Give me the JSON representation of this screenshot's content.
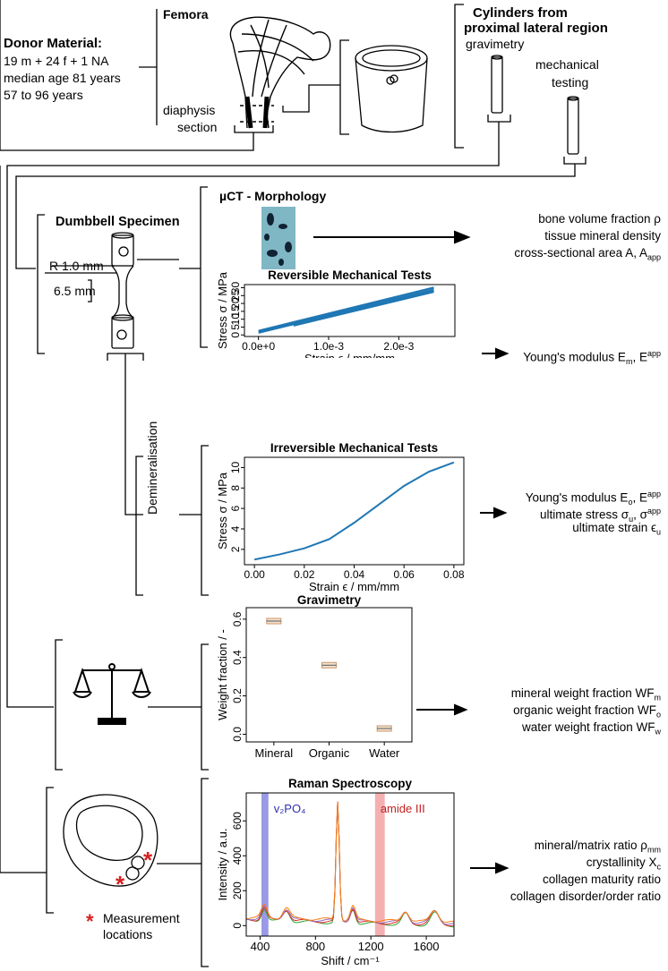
{
  "top": {
    "donor_title": "Donor Material:",
    "donor_lines": [
      "19 m + 24 f + 1 NA",
      "median age 81 years",
      "57 to 96 years"
    ],
    "femora_title": "Femora",
    "diaphysis_label": [
      "diaphysis",
      "section"
    ],
    "cylinders_title": [
      "Cylinders from",
      "proximal lateral region"
    ],
    "gravimetry_label": "gravimetry",
    "mechanical_label": [
      "mechanical",
      "testing"
    ]
  },
  "specimen": {
    "title": "Dumbbell Specimen",
    "radius_label": "R 1.0 mm",
    "length_label": "6.5 mm",
    "demineralisation_label": "Demineralisation"
  },
  "outputs": {
    "morphology": [
      "bone volume fraction ρ",
      "tissue mineral density",
      "cross-sectional area A, A"
    ],
    "morphology_sub": "app",
    "reversible_prefix": "Young's modulus E",
    "reversible_sub1": "m",
    "reversible_sup": "app",
    "reversible_sub2": "m",
    "irreversible": [
      {
        "text": "Young's modulus E",
        "sub": "o",
        "mid": ", E",
        "sup": "app",
        "sub2": "o"
      },
      {
        "text": "ultimate stress σ",
        "sub": "u",
        "mid": ", σ",
        "sup": "app",
        "sub2": ""
      },
      {
        "text": "ultimate strain ϵ",
        "sub": "u",
        "mid": "",
        "sup": "",
        "sub2": ""
      }
    ],
    "gravimetry": [
      {
        "text": "mineral weight fraction WF",
        "sub": "m"
      },
      {
        "text": "organic weight fraction WF",
        "sub": "o"
      },
      {
        "text": "water weight fraction WF",
        "sub": "w"
      }
    ],
    "raman": [
      {
        "text": "mineral/matrix ratio ρ",
        "sub": "mm"
      },
      {
        "text": "crystallinity X",
        "sub": "c"
      },
      {
        "text": "collagen maturity ratio",
        "sub": ""
      },
      {
        "text": "collagen disorder/order ratio",
        "sub": ""
      }
    ]
  },
  "raman_legend": {
    "measurement": [
      "Measurement",
      "locations"
    ]
  },
  "colors": {
    "blue_band": "#4040c8",
    "red_band": "#e04040",
    "curve": "#1f77b4",
    "star": "#d62020",
    "box": "#c8956a"
  },
  "chart_data": [
    {
      "type": "image",
      "title": "µCT - Morphology"
    },
    {
      "type": "line",
      "title": "Reversible Mechanical Tests",
      "xlabel": "Strain ϵ / mm/mm",
      "ylabel": "Stress σ / MPa",
      "x_ticks": [
        "0.0e+0",
        "1.0e-3",
        "2.0e-3"
      ],
      "x_tick_values": [
        0,
        0.001,
        0.002
      ],
      "y_ticks": [
        "0",
        "5",
        "10",
        "15",
        "20",
        "25",
        "30"
      ],
      "y_tick_values": [
        0,
        5,
        10,
        15,
        20,
        25,
        30
      ],
      "xlim": [
        -0.0002,
        0.0028
      ],
      "ylim": [
        -1,
        32
      ],
      "series": [
        {
          "x": [
            0,
            0.0025
          ],
          "y": [
            1.5,
            28.5
          ]
        },
        {
          "x": [
            0,
            0.0025
          ],
          "y": [
            2.5,
            30
          ]
        },
        {
          "x": [
            0.0005,
            0.0025
          ],
          "y": [
            6,
            27.5
          ]
        }
      ]
    },
    {
      "type": "line",
      "title": "Irreversible Mechanical Tests",
      "xlabel": "Strain ϵ / mm/mm",
      "ylabel": "Stress σ / MPa",
      "x_ticks": [
        "0.00",
        "0.02",
        "0.04",
        "0.06",
        "0.08"
      ],
      "x_tick_values": [
        0,
        0.02,
        0.04,
        0.06,
        0.08
      ],
      "y_ticks": [
        "2",
        "4",
        "6",
        "8",
        "10"
      ],
      "y_tick_values": [
        2,
        4,
        6,
        8,
        10
      ],
      "xlim": [
        -0.004,
        0.084
      ],
      "ylim": [
        0.5,
        11
      ],
      "series": [
        {
          "x": [
            0,
            0.01,
            0.02,
            0.03,
            0.04,
            0.05,
            0.06,
            0.07,
            0.08
          ],
          "y": [
            1.0,
            1.5,
            2.1,
            3.0,
            4.6,
            6.4,
            8.2,
            9.6,
            10.5
          ]
        }
      ]
    },
    {
      "type": "box",
      "title": "Gravimetry",
      "ylabel": "Weight fraction / -",
      "categories": [
        "Mineral",
        "Organic",
        "Water"
      ],
      "medians": [
        0.59,
        0.36,
        0.03
      ],
      "y_ticks": [
        "0.0",
        "0.2",
        "0.4",
        "0.6"
      ],
      "y_tick_values": [
        0,
        0.2,
        0.4,
        0.6
      ],
      "ylim": [
        -0.04,
        0.66
      ]
    },
    {
      "type": "line",
      "title": "Raman Spectroscopy",
      "xlabel": "Shift / cm⁻¹",
      "ylabel": "Intensity / a.u.",
      "x_ticks": [
        "400",
        "800",
        "1200",
        "1600"
      ],
      "x_tick_values": [
        400,
        800,
        1200,
        1600
      ],
      "y_ticks": [
        "0",
        "200",
        "400",
        "600"
      ],
      "y_tick_values": [
        0,
        200,
        400,
        600
      ],
      "xlim": [
        300,
        1800
      ],
      "ylim": [
        -60,
        760
      ],
      "band_labels": [
        "v₂PO₄",
        "amide III"
      ],
      "bands": [
        [
          410,
          460
        ],
        [
          1230,
          1300
        ]
      ],
      "series": [
        {
          "color": "#2ca02c"
        },
        {
          "color": "#d62728"
        },
        {
          "color": "#9467bd"
        },
        {
          "color": "#ff7f0e"
        }
      ]
    }
  ]
}
